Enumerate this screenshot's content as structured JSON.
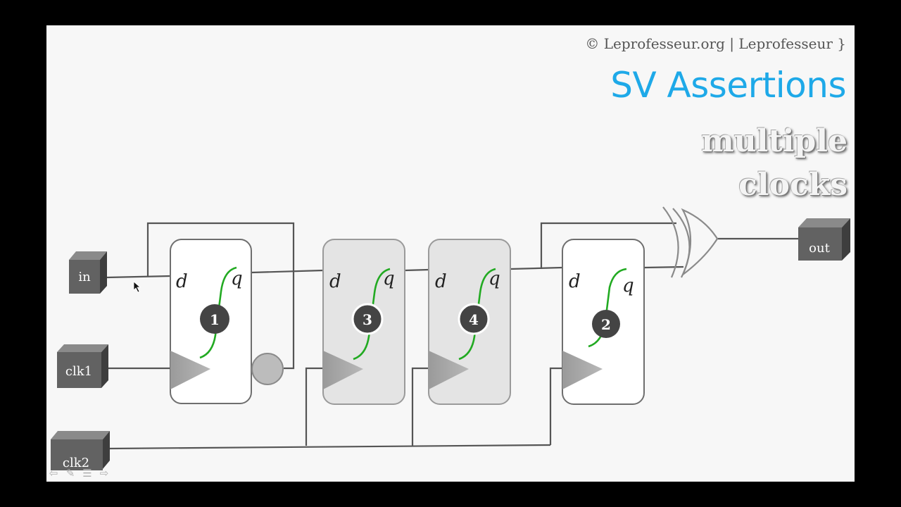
{
  "header": {
    "copyright": "© Leprofesseur.org | Leprofesseur }",
    "title": "SV Assertions",
    "subtitle_line1": "multiple",
    "subtitle_line2": "clocks"
  },
  "ports": {
    "in": "in",
    "clk1": "clk1",
    "clk2": "clk2",
    "out": "out"
  },
  "flops": [
    {
      "number": "1",
      "d": "d",
      "q": "q",
      "state": "active"
    },
    {
      "number": "3",
      "d": "d",
      "q": "q",
      "state": "dimmed"
    },
    {
      "number": "4",
      "d": "d",
      "q": "q",
      "state": "dimmed"
    },
    {
      "number": "2",
      "d": "d",
      "q": "q",
      "state": "active"
    }
  ],
  "gate": "xor",
  "colors": {
    "title": "#1ea9e8",
    "wire": "#555555",
    "port_box": "#626262",
    "flop_active": "#ffffff",
    "flop_dimmed": "#e4e4e4",
    "waveform": "#22aa22",
    "badge": "#444444"
  },
  "nav": {
    "prev": "⇦",
    "edit": "✎",
    "menu": "☰",
    "next": "⇨"
  }
}
